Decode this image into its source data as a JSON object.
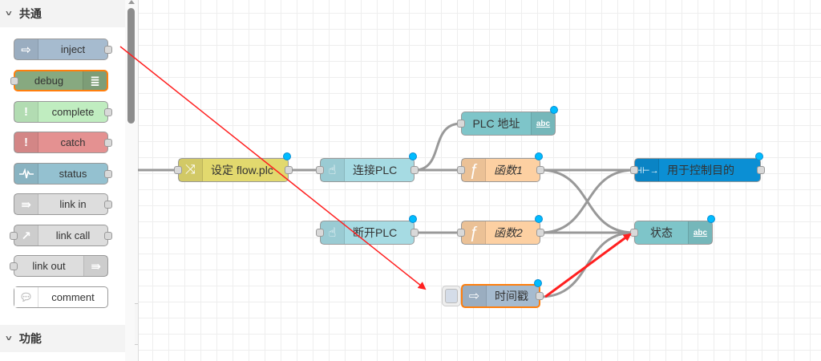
{
  "palette": {
    "categories": [
      {
        "label": "共通",
        "expanded": true
      },
      {
        "label": "功能",
        "expanded": true
      }
    ],
    "nodes": [
      {
        "label": "inject",
        "icon": "arrow-in-icon",
        "color": "#a6bbcf"
      },
      {
        "label": "debug",
        "icon": "list-icon",
        "color": "#87a980"
      },
      {
        "label": "complete",
        "icon": "exclamation-icon",
        "color": "#c0edc0"
      },
      {
        "label": "catch",
        "icon": "exclamation-icon",
        "color": "#e49191"
      },
      {
        "label": "status",
        "icon": "pulse-icon",
        "color": "#94c1d0"
      },
      {
        "label": "link in",
        "icon": "link-in-icon",
        "color": "#dddddd"
      },
      {
        "label": "link call",
        "icon": "link-call-icon",
        "color": "#dddddd"
      },
      {
        "label": "link out",
        "icon": "link-out-icon",
        "color": "#dddddd"
      },
      {
        "label": "comment",
        "icon": "speech-bubble-icon",
        "color": "#ffffff"
      }
    ]
  },
  "flow": {
    "nodes": [
      {
        "id": "set-flow",
        "label": "设定 flow.plc",
        "icon": "shuffle-icon",
        "color": "#e2d96e"
      },
      {
        "id": "connect-plc",
        "label": "连接PLC",
        "icon": "hand-pointer-icon",
        "color": "#a6dbe3"
      },
      {
        "id": "plc-address",
        "label": "PLC 地址",
        "icon": "abc-icon",
        "icon_text": "abc",
        "color": "#7ec5c9"
      },
      {
        "id": "func1",
        "label": "函数1",
        "icon": "function-icon",
        "icon_text": "ƒ",
        "color": "#fdd0a2"
      },
      {
        "id": "control",
        "label": "用于控制目的",
        "icon": "link-io-icon",
        "color": "#0b8fd4"
      },
      {
        "id": "disconnect-plc",
        "label": "断开PLC",
        "icon": "hand-pointer-icon",
        "color": "#a6dbe3"
      },
      {
        "id": "func2",
        "label": "函数2",
        "icon": "function-icon",
        "icon_text": "ƒ",
        "color": "#fdd0a2"
      },
      {
        "id": "status",
        "label": "状态",
        "icon": "abc-icon",
        "icon_text": "abc",
        "color": "#7ec5c9"
      },
      {
        "id": "timestamp",
        "label": "时间戳",
        "icon": "arrow-in-icon",
        "color": "#a6bbcf"
      }
    ]
  }
}
